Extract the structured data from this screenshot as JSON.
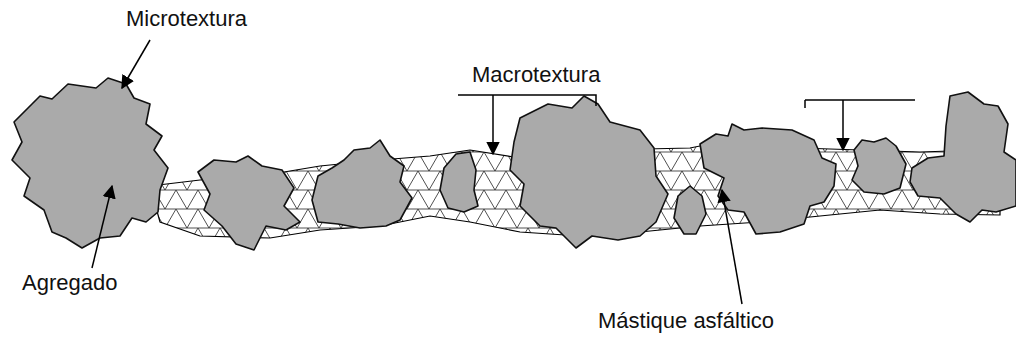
{
  "diagram": {
    "labels": [
      "Microtextura",
      "Macrotextura",
      "Agregado",
      "Mástique asfáltico"
    ]
  }
}
